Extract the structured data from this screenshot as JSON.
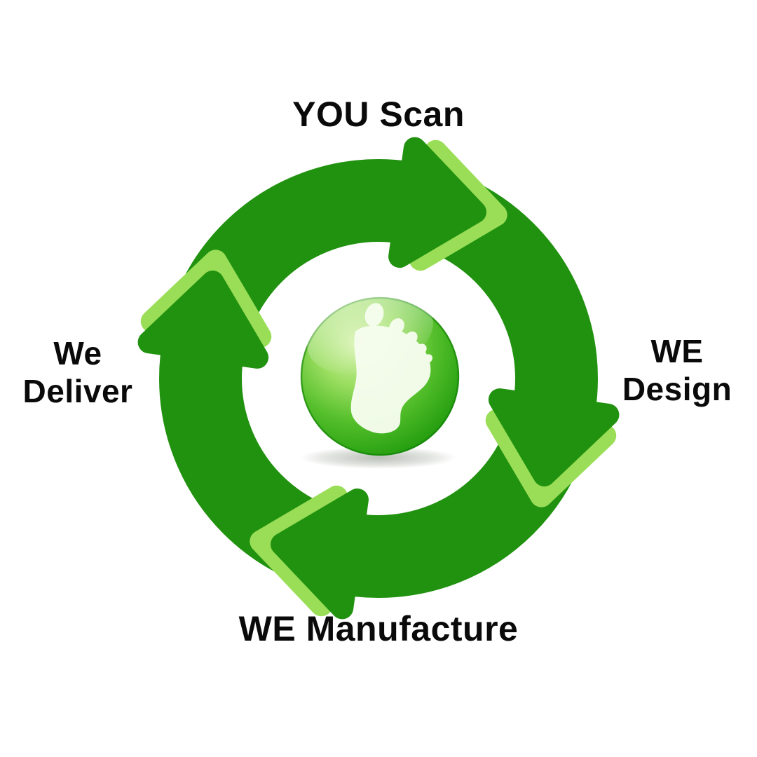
{
  "diagram": {
    "type": "cycle",
    "direction": "clockwise",
    "center_icon": "footprint-orb-icon",
    "steps": [
      {
        "position": "top",
        "label": "YOU Scan",
        "lines": [
          "YOU Scan"
        ]
      },
      {
        "position": "right",
        "label": "WE Design",
        "lines": [
          "WE",
          "Design"
        ]
      },
      {
        "position": "bottom",
        "label": "WE Manufacture",
        "lines": [
          "WE Manufacture"
        ]
      },
      {
        "position": "left",
        "label": "We Deliver",
        "lines": [
          "We",
          "Deliver"
        ]
      }
    ],
    "colors": {
      "arrow_green": "#21920f",
      "accent_light_green": "#9ade58",
      "orb_highlight": "#d6f3ac",
      "orb_mid": "#55bf2b",
      "orb_rim": "#0e8404",
      "footprint_white": "#f6fdee",
      "label_text": "#0a0a0a",
      "background": "#ffffff"
    }
  }
}
